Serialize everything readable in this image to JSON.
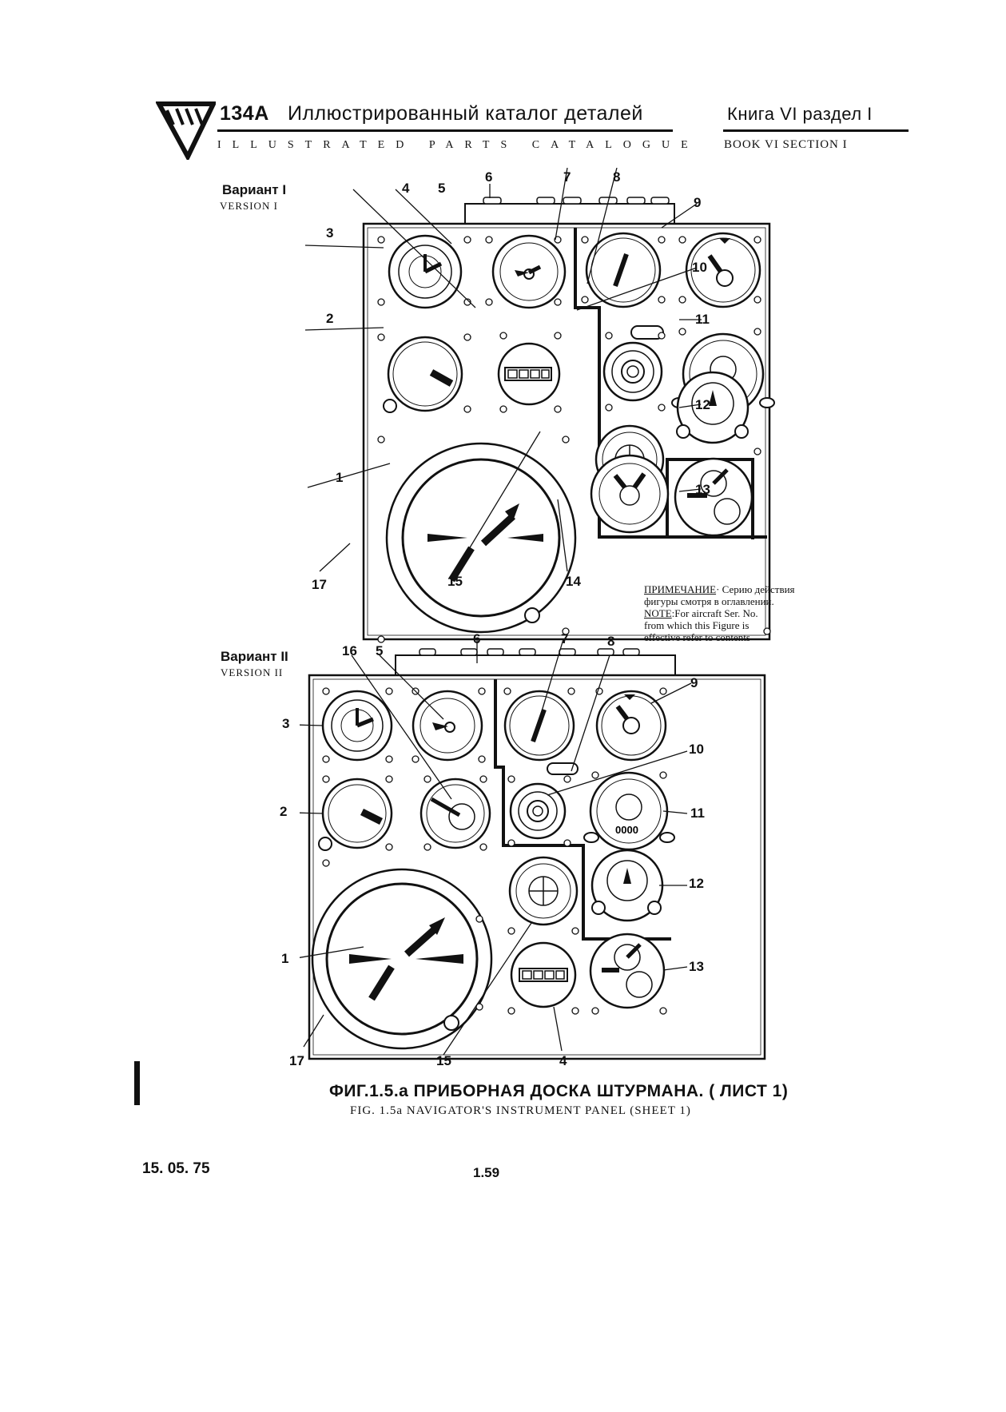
{
  "header": {
    "model": "134A",
    "title_ru": "Иллюстрированный каталог деталей",
    "title_en": "ILLUSTRATED PARTS CATALOGUE",
    "book_ru": "Книга VI раздел I",
    "book_en": "BOOK VI SECTION I"
  },
  "version1": {
    "label_ru": "Вариант I",
    "label_en": "VERSION I"
  },
  "version2": {
    "label_ru": "Вариант II",
    "label_en": "VERSION II"
  },
  "callouts_v1": [
    "1",
    "2",
    "3",
    "4",
    "5",
    "6",
    "7",
    "8",
    "9",
    "10",
    "11",
    "12",
    "13",
    "14",
    "15",
    "17"
  ],
  "callouts_v2": [
    "1",
    "2",
    "3",
    "4",
    "5",
    "6",
    "7",
    "8",
    "9",
    "10",
    "11",
    "12",
    "13",
    "15",
    "16",
    "17"
  ],
  "note": {
    "ru_label": "ПРИМЕЧАНИЕ",
    "ru_line1": "· Серию действия",
    "ru_line2": "фигуры смотря в оглавлении.",
    "en_label": "NOTE",
    "en_line1": ":For aircraft Ser. No.",
    "en_line2": "from which this Figure is",
    "en_line3": "effective refer to contents"
  },
  "caption": {
    "ru": "ФИГ.1.5.а ПРИБОРНАЯ ДОСКА ШТУРМАНА. ( ЛИСТ 1)",
    "en": "FIG. 1.5a NAVIGATOR'S INSTRUMENT PANEL (SHEET 1)"
  },
  "footer": {
    "date": "15. 05. 75",
    "page": "1.59"
  },
  "counter_display": "0000"
}
